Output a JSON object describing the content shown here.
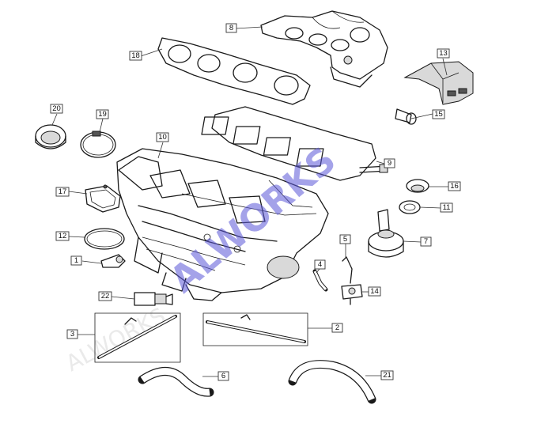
{
  "diagram": {
    "watermark": "ALWORKS",
    "callouts": [
      "1",
      "2",
      "3",
      "4",
      "5",
      "6",
      "7",
      "8",
      "9",
      "10",
      "11",
      "12",
      "13",
      "14",
      "15",
      "16",
      "17",
      "18",
      "19",
      "20",
      "21",
      "22"
    ]
  }
}
